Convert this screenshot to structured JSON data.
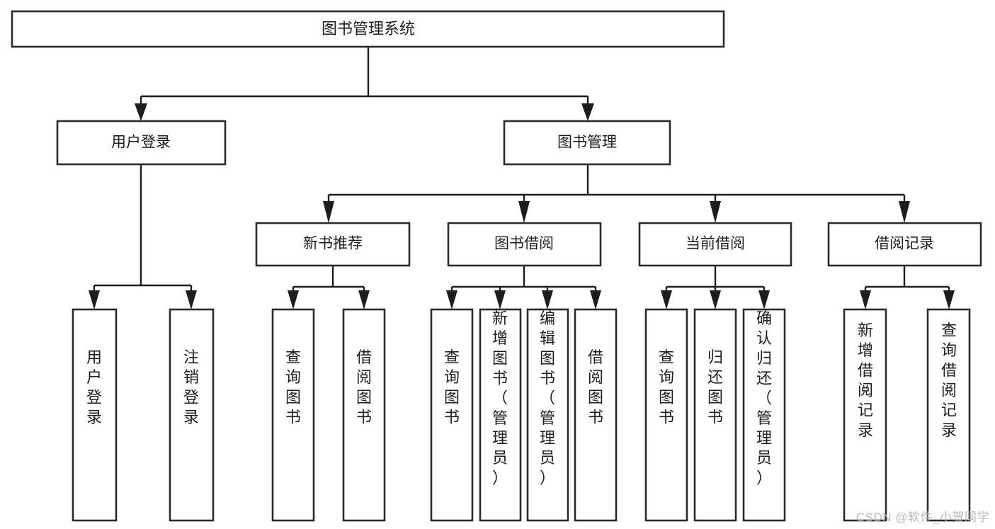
{
  "diagram": {
    "title": "图书管理系统",
    "type": "hierarchy-tree",
    "orientation": "top-down",
    "levels": 4,
    "root": {
      "id": "root",
      "label": "图书管理系统",
      "orientation": "horizontal"
    },
    "level2": [
      {
        "id": "user-login",
        "label": "用户登录",
        "orientation": "horizontal"
      },
      {
        "id": "book-manage",
        "label": "图书管理",
        "orientation": "horizontal"
      }
    ],
    "level3": [
      {
        "id": "new-book-rec",
        "label": "新书推荐",
        "parent": "book-manage",
        "orientation": "horizontal"
      },
      {
        "id": "book-borrow",
        "label": "图书借阅",
        "parent": "book-manage",
        "orientation": "horizontal"
      },
      {
        "id": "current-borrow",
        "label": "当前借阅",
        "parent": "book-manage",
        "orientation": "horizontal"
      },
      {
        "id": "borrow-record",
        "label": "借阅记录",
        "parent": "book-manage",
        "orientation": "horizontal"
      }
    ],
    "leaves": [
      {
        "id": "leaf-user-login",
        "label": "用户登录",
        "parent": "user-login",
        "orientation": "vertical"
      },
      {
        "id": "leaf-user-logout",
        "label": "注销登录",
        "parent": "user-login",
        "orientation": "vertical"
      },
      {
        "id": "leaf-query-book-1",
        "label": "查询图书",
        "parent": "new-book-rec",
        "orientation": "vertical"
      },
      {
        "id": "leaf-borrow-book-1",
        "label": "借阅图书",
        "parent": "new-book-rec",
        "orientation": "vertical"
      },
      {
        "id": "leaf-query-book-2",
        "label": "查询图书",
        "parent": "book-borrow",
        "orientation": "vertical"
      },
      {
        "id": "leaf-add-book",
        "label": "新增图书（管理员）",
        "parent": "book-borrow",
        "orientation": "vertical"
      },
      {
        "id": "leaf-edit-book",
        "label": "编辑图书（管理员）",
        "parent": "book-borrow",
        "orientation": "vertical"
      },
      {
        "id": "leaf-borrow-book-2",
        "label": "借阅图书",
        "parent": "book-borrow",
        "orientation": "vertical"
      },
      {
        "id": "leaf-query-book-3",
        "label": "查询图书",
        "parent": "current-borrow",
        "orientation": "vertical"
      },
      {
        "id": "leaf-return-book",
        "label": "归还图书",
        "parent": "current-borrow",
        "orientation": "vertical"
      },
      {
        "id": "leaf-confirm-return",
        "label": "确认归还（管理员）",
        "parent": "current-borrow",
        "orientation": "vertical"
      },
      {
        "id": "leaf-add-record",
        "label": "新增借阅记录",
        "parent": "borrow-record",
        "orientation": "vertical"
      },
      {
        "id": "leaf-query-record",
        "label": "查询借阅记录",
        "parent": "borrow-record",
        "orientation": "vertical"
      }
    ],
    "colors": {
      "background": "#ffffff",
      "box_fill": "#ffffff",
      "box_stroke": "#2b2b2b",
      "connector": "#1d1d1d",
      "text": "#1d1d1d",
      "watermark": "#b9b9b9"
    }
  },
  "watermark": {
    "text": "CSDN @软件_小贺同学"
  }
}
